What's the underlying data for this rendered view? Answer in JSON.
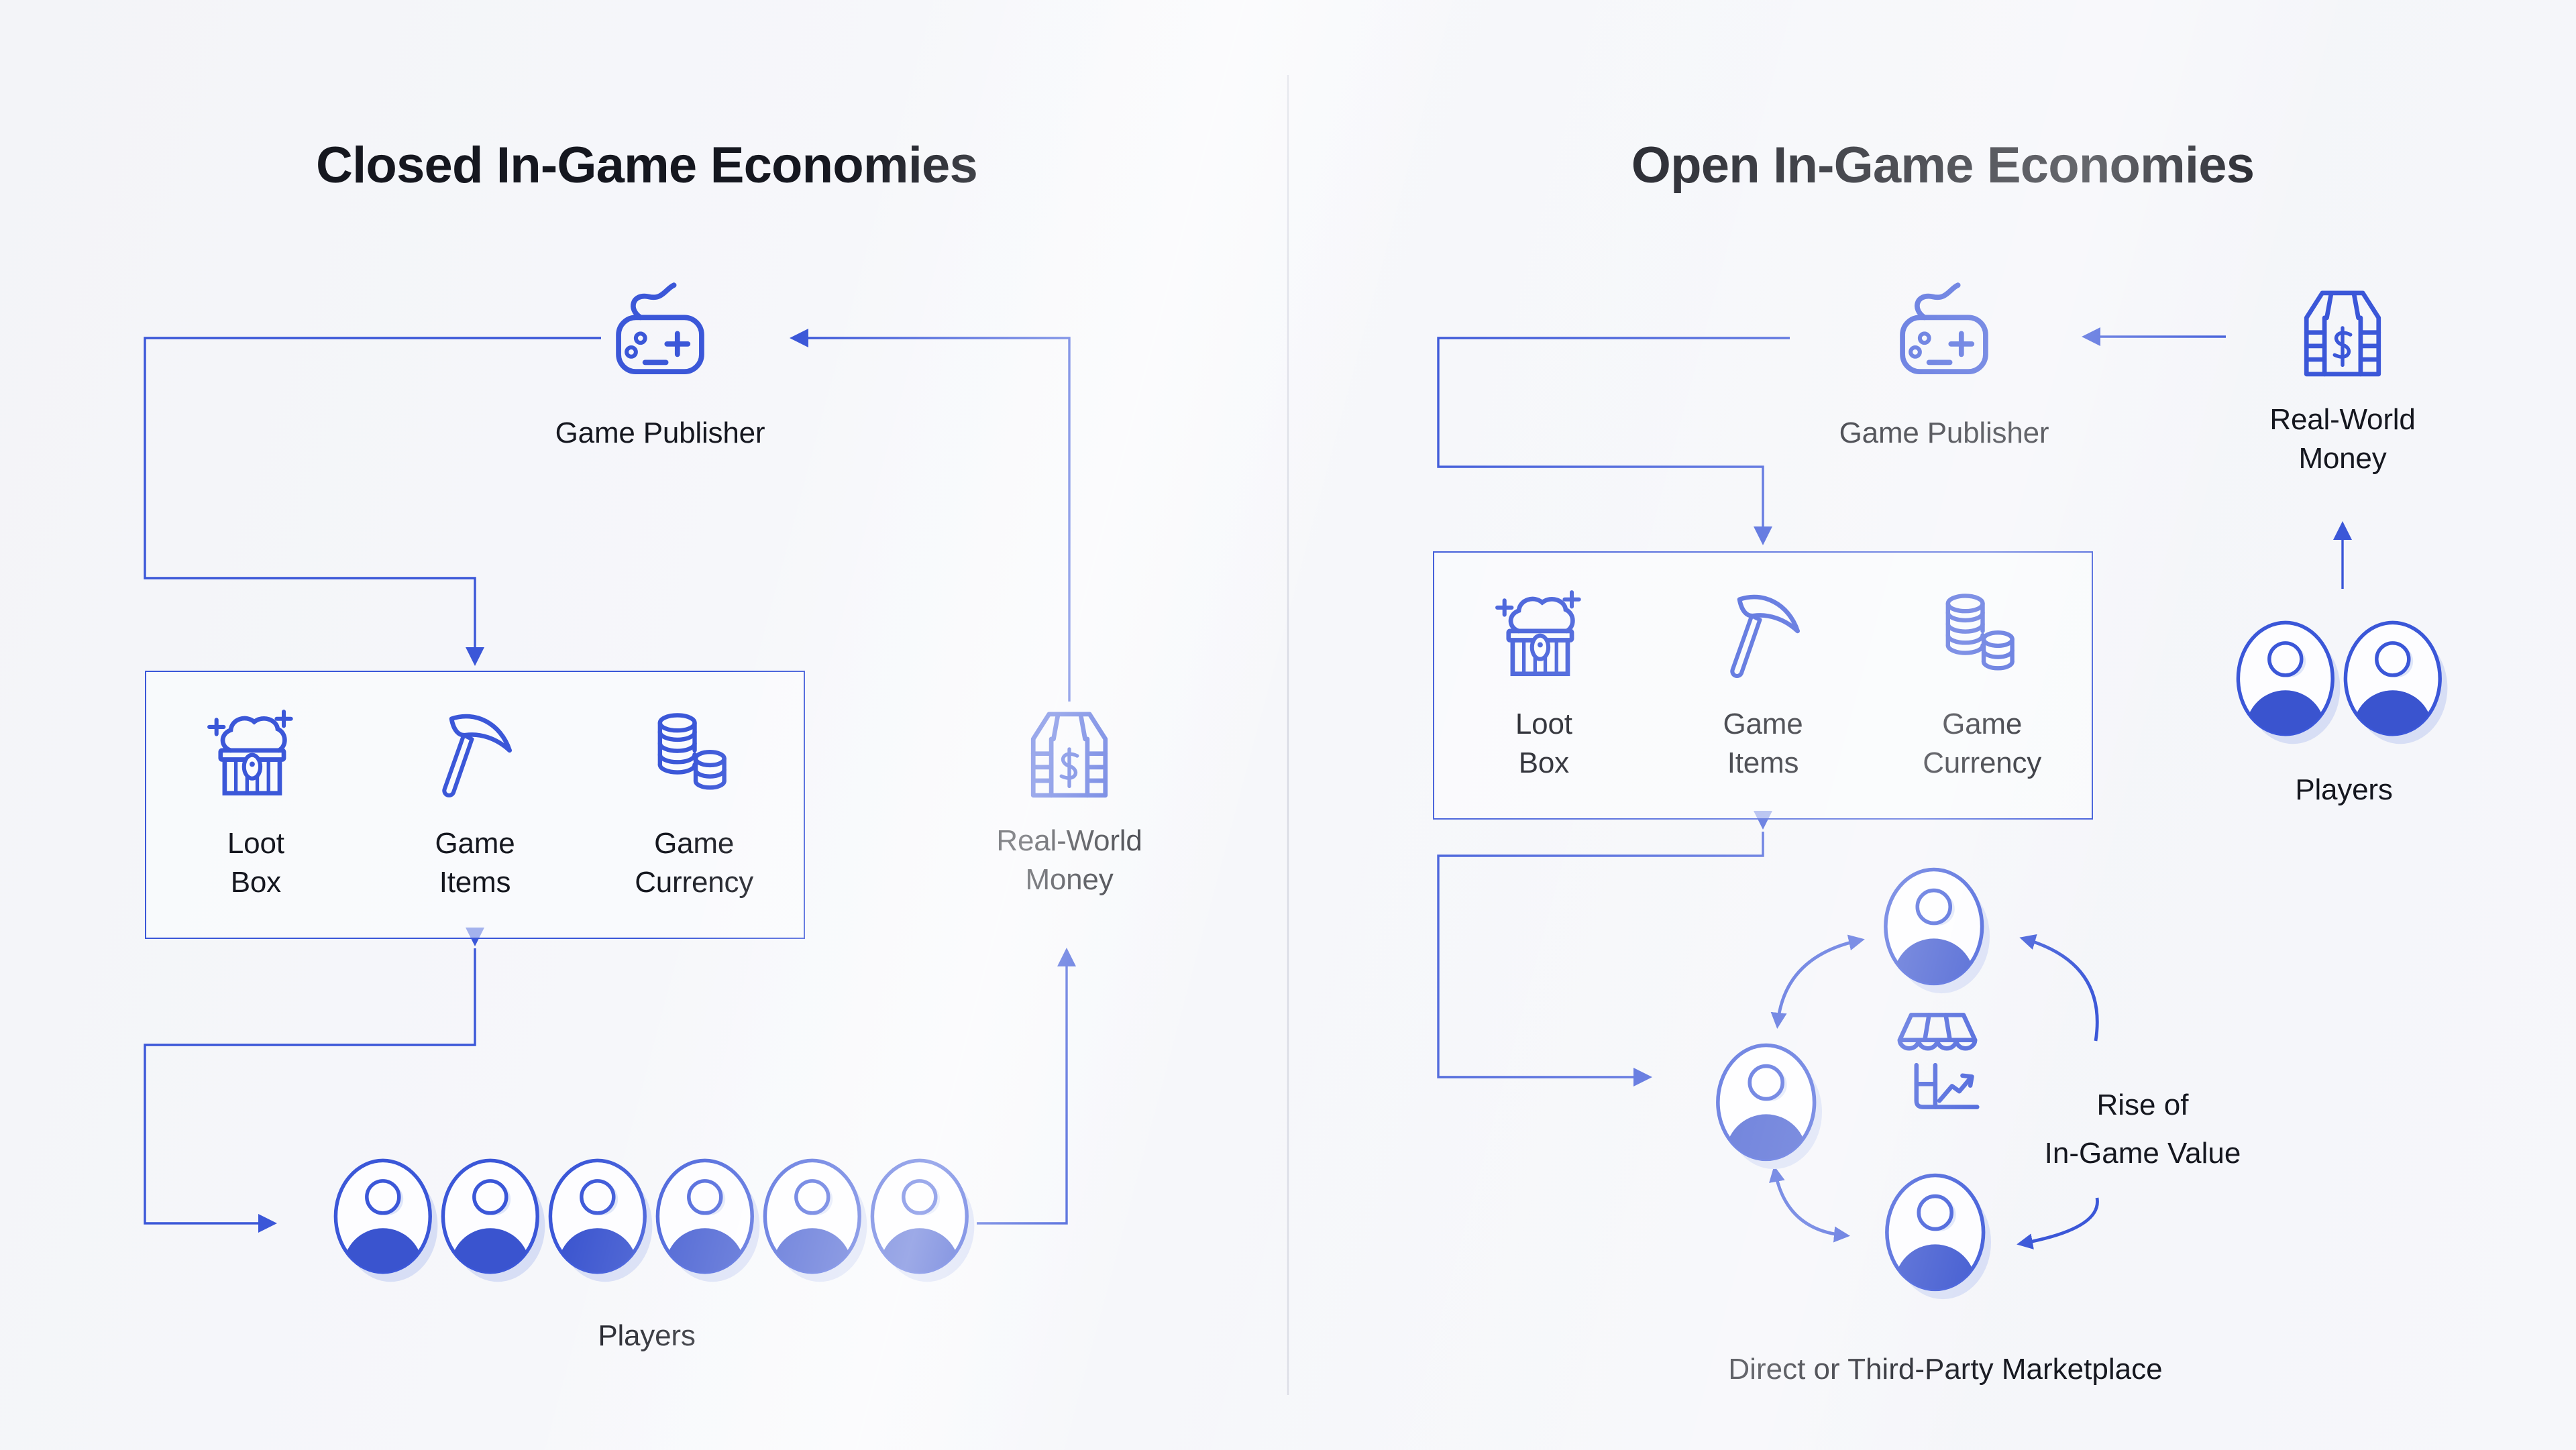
{
  "colors": {
    "accent": "#3b57d8",
    "avatar_fill": "#3a54cf",
    "text": "#15171f",
    "background": "#f6f7fa",
    "divider": "#d9dbe4",
    "shadow": "#d7def5"
  },
  "left_panel": {
    "title": "Closed In-Game Economies",
    "publisher": {
      "icon": "gamepad-icon",
      "label": "Game Publisher"
    },
    "box": {
      "items": [
        {
          "icon": "treasure-chest-icon",
          "line1": "Loot",
          "line2": "Box"
        },
        {
          "icon": "pickaxe-icon",
          "line1": "Game",
          "line2": "Items"
        },
        {
          "icon": "coin-stack-icon",
          "line1": "Game",
          "line2": "Currency"
        }
      ]
    },
    "money": {
      "icon": "banknote-stack-icon",
      "line1": "Real-World",
      "line2": "Money"
    },
    "players": {
      "icon": "avatar-icon",
      "label": "Players",
      "count": 6
    }
  },
  "right_panel": {
    "title": "Open In-Game Economies",
    "publisher": {
      "icon": "gamepad-icon",
      "label": "Game Publisher"
    },
    "money": {
      "icon": "banknote-stack-icon",
      "line1": "Real-World",
      "line2": "Money"
    },
    "players": {
      "icon": "avatar-icon",
      "label": "Players",
      "count": 2
    },
    "box": {
      "items": [
        {
          "icon": "treasure-chest-icon",
          "line1": "Loot",
          "line2": "Box"
        },
        {
          "icon": "pickaxe-icon",
          "line1": "Game",
          "line2": "Items"
        },
        {
          "icon": "coin-stack-icon",
          "line1": "Game",
          "line2": "Currency"
        }
      ]
    },
    "marketplace": {
      "icon": "storefront-icon",
      "trader_count": 3,
      "annotation": {
        "line1": "Rise of",
        "line2": "In-Game Value"
      },
      "caption": "Direct or Third-Party Marketplace"
    }
  }
}
